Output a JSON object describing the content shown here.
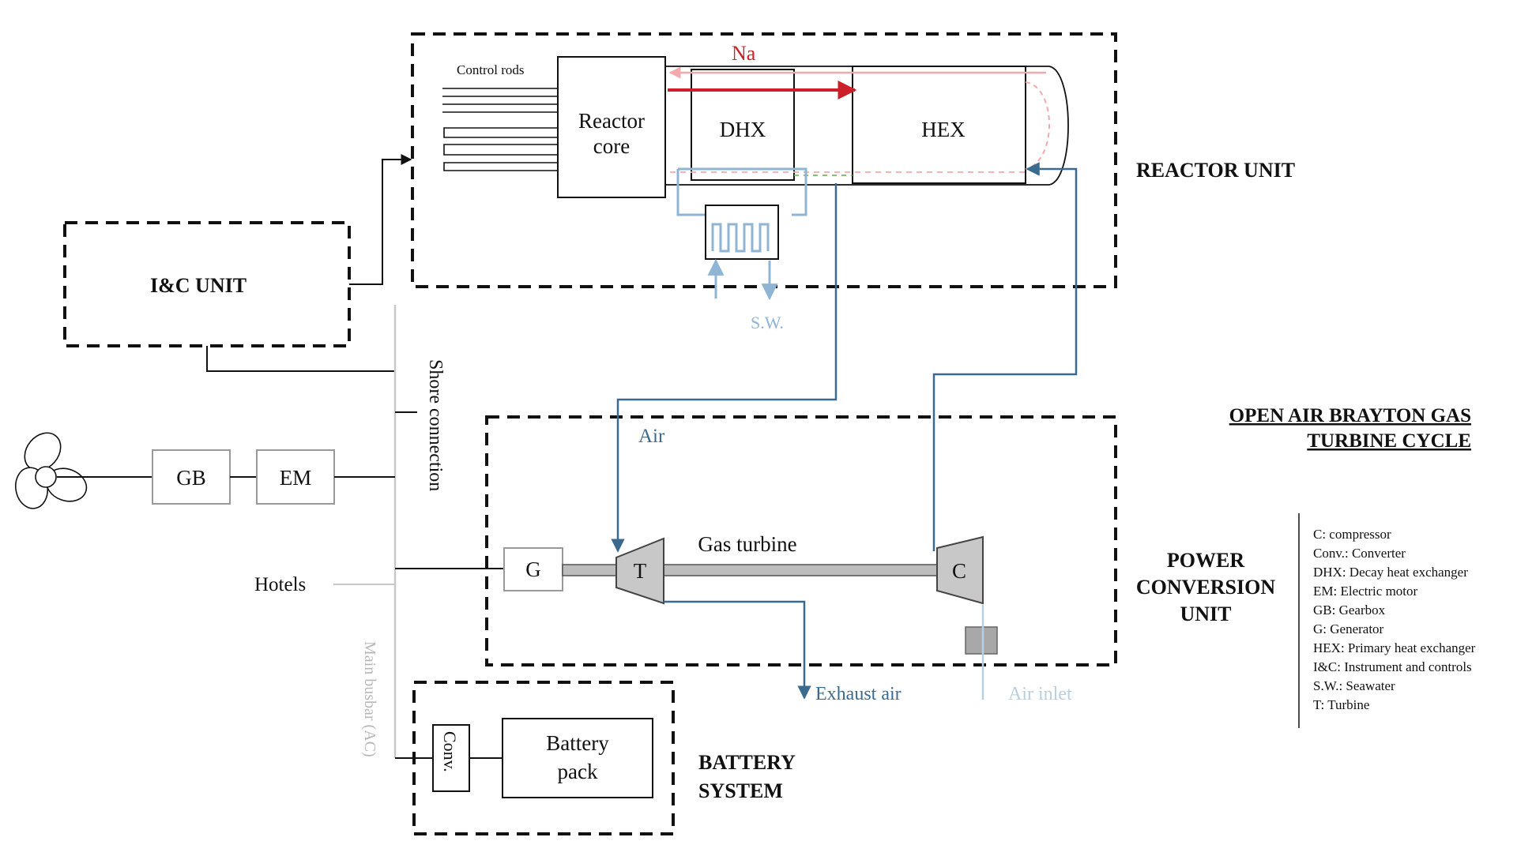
{
  "labels": {
    "reactor_unit": "REACTOR UNIT",
    "ic_unit": "I&C UNIT",
    "power_conversion_1": "POWER",
    "power_conversion_2": "CONVERSION",
    "power_conversion_3": "UNIT",
    "battery_system_1": "BATTERY",
    "battery_system_2": "SYSTEM",
    "cycle_title_1": "OPEN AIR BRAYTON GAS",
    "cycle_title_2": "TURBINE CYCLE",
    "control_rods": "Control rods",
    "reactor_core_1": "Reactor",
    "reactor_core_2": "core",
    "dhx": "DHX",
    "hex": "HEX",
    "na": "Na",
    "sw": "S.W.",
    "air": "Air",
    "gas_turbine": "Gas turbine",
    "generator": "G",
    "turbine": "T",
    "compressor": "C",
    "exhaust_air": "Exhaust air",
    "air_inlet": "Air inlet",
    "gearbox": "GB",
    "electric_motor": "EM",
    "hotels": "Hotels",
    "shore_connection": "Shore connection",
    "main_busbar": "Main busbar (AC)",
    "converter": "Conv.",
    "battery_pack_1": "Battery",
    "battery_pack_2": "pack"
  },
  "legend": [
    "C: compressor",
    "Conv.: Converter",
    "DHX: Decay heat exchanger",
    "EM: Electric motor",
    "GB: Gearbox",
    "G: Generator",
    "HEX: Primary heat exchanger",
    "I&C: Instrument and controls",
    "S.W.: Seawater",
    "T: Turbine"
  ],
  "colors": {
    "sodium_hot": "#cc1f2a",
    "sodium_cold": "#f2a9ad",
    "air": "#3b6a8f",
    "seawater": "#8fb4d4",
    "air_inlet": "#b9cfe0",
    "busbar": "#c8c8c8"
  }
}
